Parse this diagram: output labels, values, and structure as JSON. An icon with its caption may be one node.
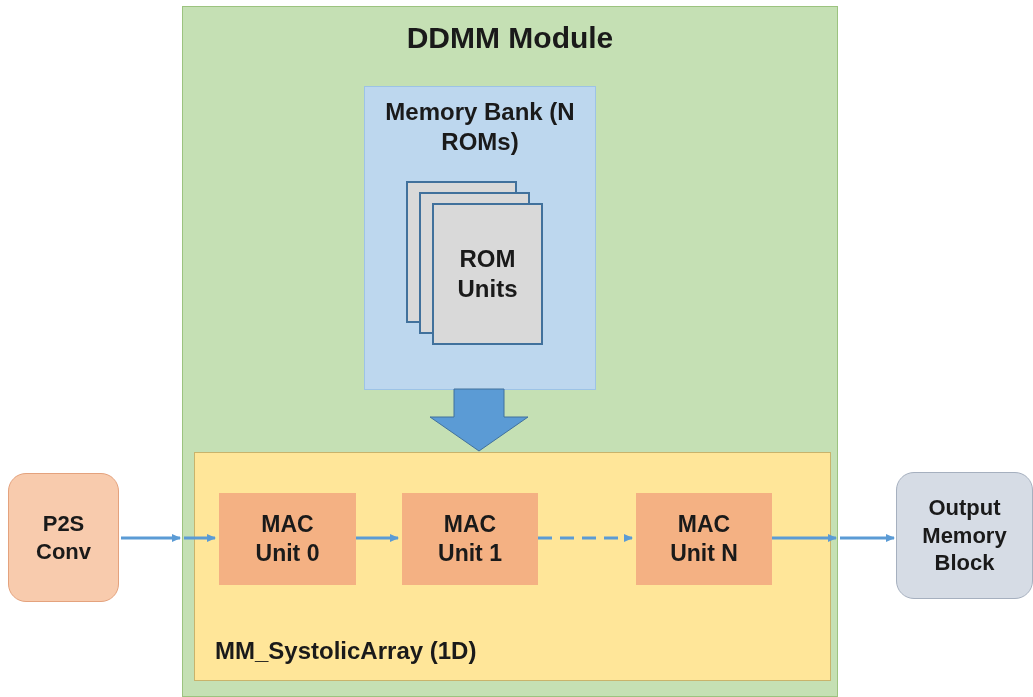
{
  "diagram": {
    "nodes": [
      {
        "text": [
          "DDMM Module"
        ]
      },
      {
        "text": [
          "Memory Bank (N ROMs)"
        ],
        "in": 0
      },
      {
        "text": [
          "ROM Units"
        ],
        "in": 1
      },
      {
        "text": [
          "MM_SystolicArray (1D)"
        ],
        "in": 0
      },
      {
        "text": [
          "MAC Unit 0"
        ],
        "in": 3
      },
      {
        "text": [
          "MAC Unit 1"
        ],
        "in": 3
      },
      {
        "text": [
          "MAC Unit N"
        ],
        "in": 3
      },
      {
        "text": [
          "P2S Conv"
        ]
      },
      {
        "text": [
          "Output Memory Block"
        ]
      }
    ],
    "edges": [
      {
        "from": 1,
        "to": 3,
        "arrow": "to",
        "style": "thick"
      },
      {
        "from": 7,
        "to": 0,
        "arrow": "to"
      },
      {
        "from": 0,
        "to": 4,
        "arrow": "to"
      },
      {
        "from": 4,
        "to": 5,
        "arrow": "to"
      },
      {
        "from": 5,
        "to": 6,
        "arrow": "to",
        "style": "dashed"
      },
      {
        "from": 6,
        "to": 0,
        "arrow": "to"
      },
      {
        "from": 0,
        "to": 8,
        "arrow": "to"
      }
    ]
  }
}
